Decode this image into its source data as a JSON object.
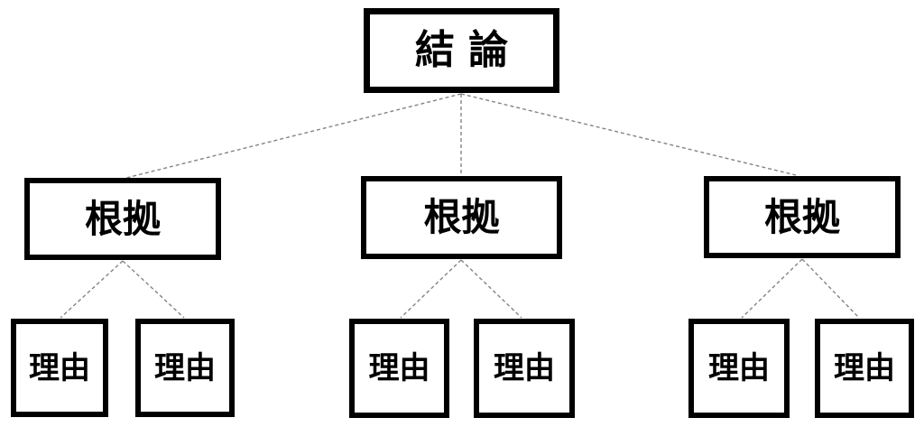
{
  "diagram": {
    "type": "hierarchy",
    "description": "Pyramid structure: one conclusion supported by three grounds, each supported by two reasons",
    "colors": {
      "background": "#ffffff",
      "box_border": "#000000",
      "box_fill": "#ffffff",
      "text": "#000000",
      "connector": "#848484"
    },
    "connector_style": "dashed",
    "nodes": {
      "conclusion": {
        "label": "結 論"
      },
      "grounds": [
        {
          "label": "根拠"
        },
        {
          "label": "根拠"
        },
        {
          "label": "根拠"
        }
      ],
      "reasons": [
        {
          "label": "理由"
        },
        {
          "label": "理由"
        },
        {
          "label": "理由"
        },
        {
          "label": "理由"
        },
        {
          "label": "理由"
        },
        {
          "label": "理由"
        }
      ]
    }
  }
}
